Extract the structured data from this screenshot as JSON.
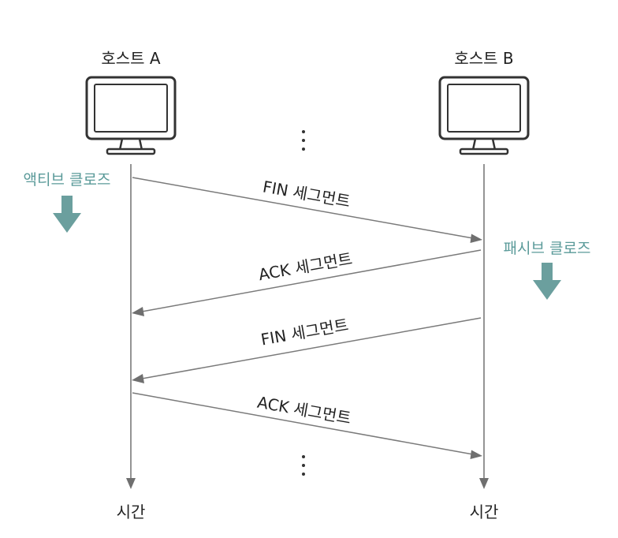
{
  "hosts": {
    "a": {
      "label": "호스트 A",
      "time_label": "시간"
    },
    "b": {
      "label": "호스트 B",
      "time_label": "시간"
    }
  },
  "states": {
    "active_close": "액티브 클로즈",
    "passive_close": "패시브 클로즈"
  },
  "segments": [
    {
      "label": "FIN 세그먼트",
      "direction": "a-to-b"
    },
    {
      "label": "ACK 세그먼트",
      "direction": "b-to-a"
    },
    {
      "label": "FIN 세그먼트",
      "direction": "b-to-a"
    },
    {
      "label": "ACK 세그먼트",
      "direction": "a-to-b"
    }
  ],
  "colors": {
    "line": "#7a7a7a",
    "arrow": "#6b9f9e",
    "state_text": "#5a9a99",
    "text": "#222222"
  }
}
